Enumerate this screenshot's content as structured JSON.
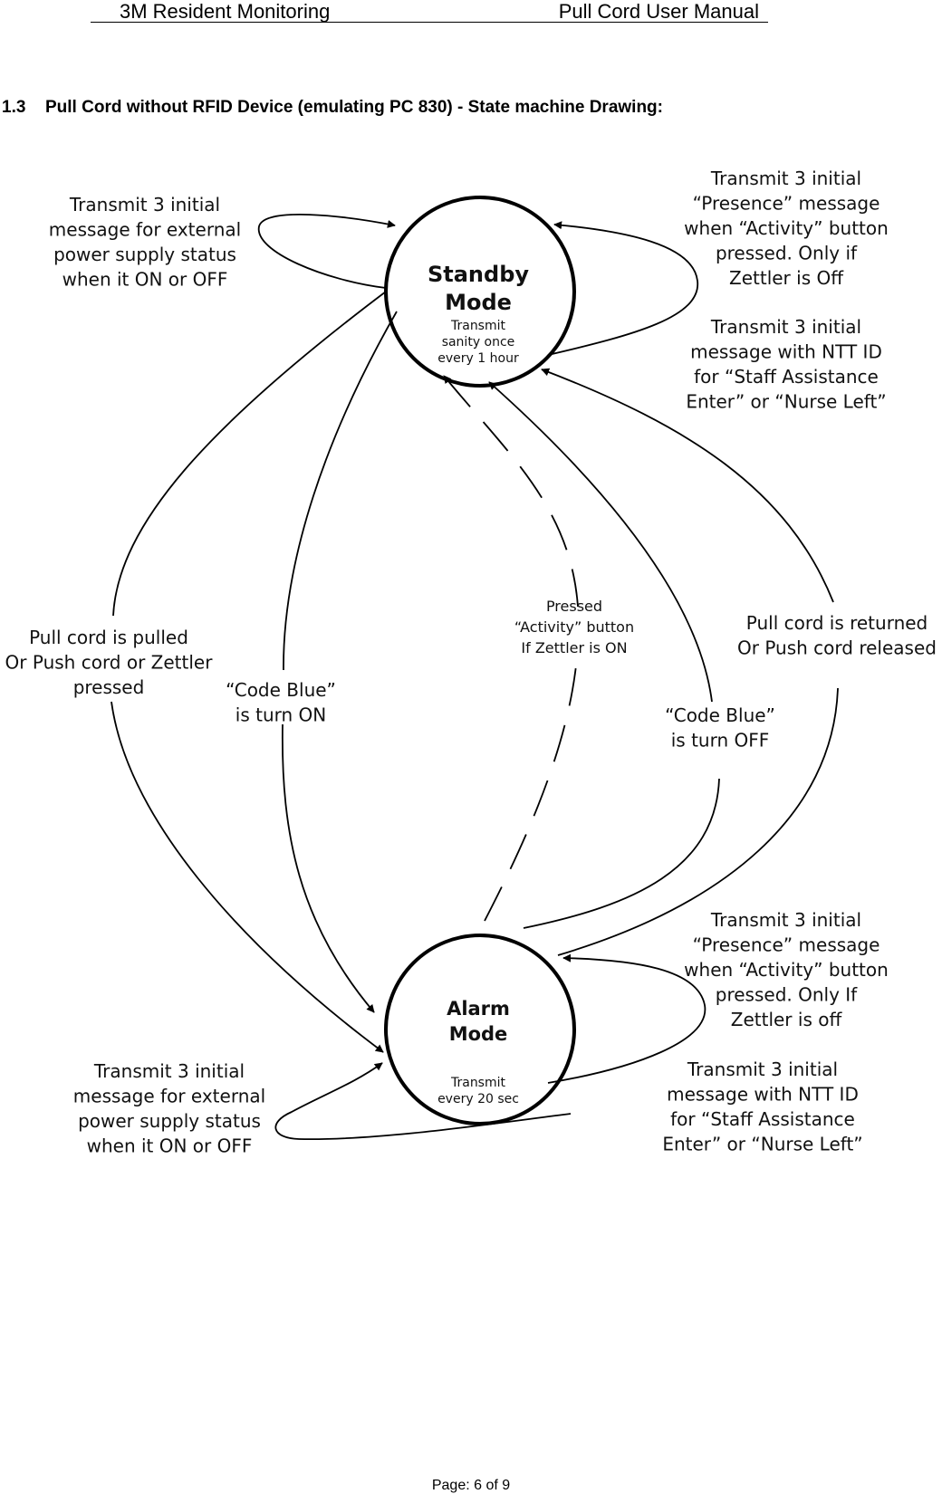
{
  "header": {
    "left": "3M Resident Monitoring",
    "right": "Pull Cord User Manual"
  },
  "section": {
    "number": "1.3",
    "title": "Pull Cord without RFID Device (emulating PC 830) - State machine Drawing:"
  },
  "diagram": {
    "states": {
      "standby": {
        "name": [
          "Standby",
          "Mode"
        ],
        "detail": [
          "Transmit",
          "sanity once",
          "every 1 hour"
        ]
      },
      "alarm": {
        "name": [
          "Alarm",
          "Mode"
        ],
        "detail": [
          "Transmit",
          "every 20 sec"
        ]
      }
    },
    "labels": {
      "standby_power": [
        "Transmit 3 initial",
        "message for external",
        "power supply status",
        "when it ON or OFF"
      ],
      "standby_presence": [
        "Transmit 3 initial",
        "“Presence” message",
        "when “Activity” button",
        "pressed. Only if",
        "Zettler is Off"
      ],
      "standby_ntt": [
        "Transmit 3 initial",
        "message with NTT ID",
        "for “Staff Assistance",
        "Enter” or “Nurse Left”"
      ],
      "pull_cord": [
        "Pull cord is pulled",
        "Or Push cord or Zettler",
        "pressed"
      ],
      "code_blue_on": [
        "“Code Blue”",
        "is turn ON"
      ],
      "pressed_activity": [
        "Pressed",
        "“Activity” button",
        "If Zettler is ON"
      ],
      "code_blue_off": [
        "“Code Blue”",
        "is turn OFF"
      ],
      "cord_returned": [
        "Pull cord is returned",
        "Or Push cord released"
      ],
      "alarm_presence": [
        "Transmit 3 initial",
        "“Presence” message",
        "when “Activity” button",
        "pressed. Only If",
        "Zettler is off"
      ],
      "alarm_power": [
        "Transmit 3 initial",
        "message for external",
        "power supply status",
        "when it ON or OFF"
      ],
      "alarm_ntt": [
        "Transmit 3 initial",
        "message with NTT ID",
        "for “Staff Assistance",
        "Enter” or “Nurse Left”"
      ]
    }
  },
  "footer": {
    "page_label": "Page:",
    "page_of": "6 of 9"
  }
}
